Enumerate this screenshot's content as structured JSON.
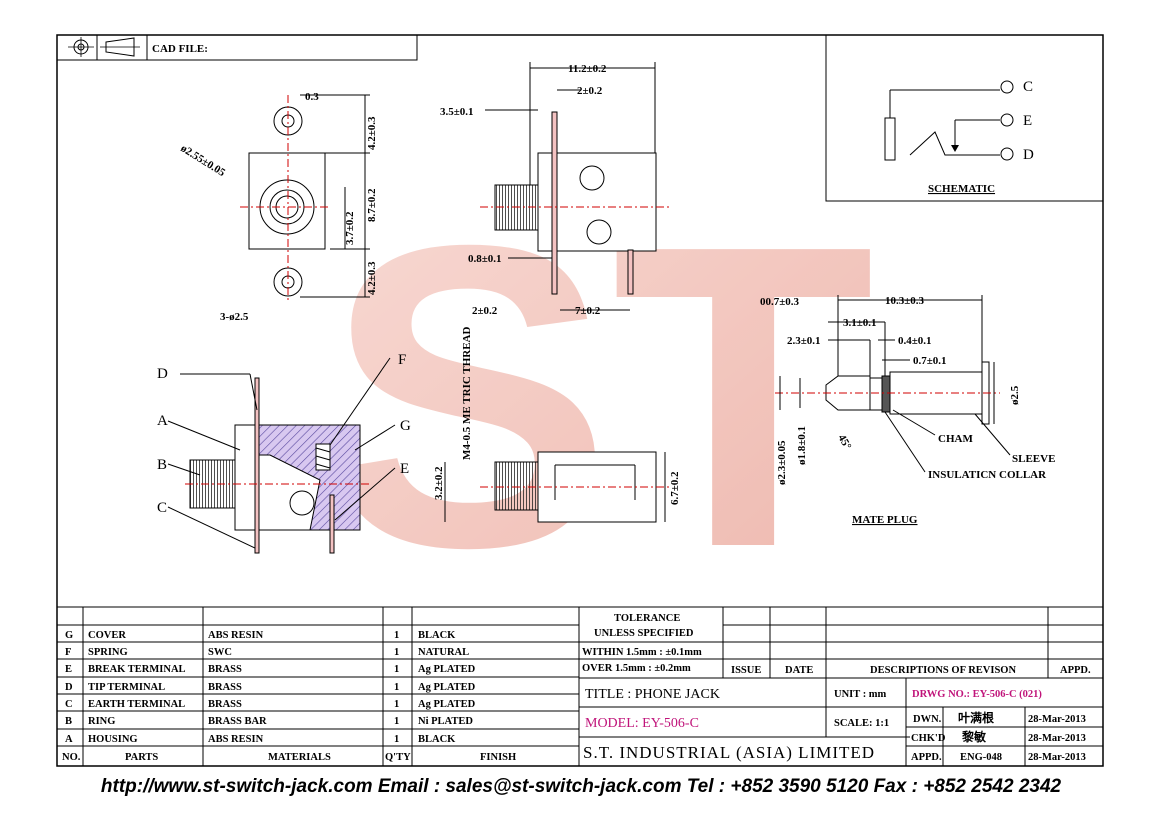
{
  "header": {
    "cad_file_label": "CAD FILE:"
  },
  "watermark": {
    "text": "ST"
  },
  "schematic": {
    "label": "SCHEMATIC",
    "terminals": [
      "C",
      "E",
      "D"
    ]
  },
  "mate_plug": {
    "label": "MATE PLUG"
  },
  "dims": {
    "front_0_3": "0.3",
    "front_4_2_top": "4.2±0.3",
    "front_dia": "ø2.55±0.05",
    "front_8_7": "8.7±0.2",
    "front_3_7": "3.7±0.2",
    "front_4_2_bottom": "4.2±0.3",
    "front_holes": "3-ø2.5",
    "side_11_2": "11.2±0.2",
    "side_2_top": "2±0.2",
    "side_3_5": "3.5±0.1",
    "side_0_8": "0.8±0.1",
    "side_2_bottom": "2±0.2",
    "side_7": "7±0.2",
    "thread": "M4-0.5 ME TRIC THREAD",
    "bottom_3_2": "3.2±0.2",
    "bottom_6_7": "6.7±0.2",
    "plug_00_7": "00.7±0.3",
    "plug_10_3": "10.3±0.3",
    "plug_3_1": "3.1±0.1",
    "plug_2_3": "2.3±0.1",
    "plug_0_4": "0.4±0.1",
    "plug_0_7": "0.7±0.1",
    "plug_dia_2_5": "ø2.5",
    "plug_dia_2_3": "ø2.3±0.05",
    "plug_dia_1_8": "ø1.8±0.1",
    "plug_angle": "45°",
    "plug_cham": "CHAM",
    "plug_sleeve": "SLEEVE",
    "plug_collar": "INSULATICN COLLAR"
  },
  "section_letters": [
    "D",
    "A",
    "B",
    "C",
    "F",
    "G",
    "E"
  ],
  "parts_table": {
    "headers": {
      "no": "NO.",
      "parts": "PARTS",
      "materials": "MATERIALS",
      "qty": "Q'TY",
      "finish": "FINISH"
    },
    "rows": [
      {
        "no": "G",
        "part": "COVER",
        "material": "ABS RESIN",
        "qty": "1",
        "finish": "BLACK"
      },
      {
        "no": "F",
        "part": "SPRING",
        "material": "SWC",
        "qty": "1",
        "finish": "NATURAL"
      },
      {
        "no": "E",
        "part": "BREAK TERMINAL",
        "material": "BRASS",
        "qty": "1",
        "finish": "Ag PLATED"
      },
      {
        "no": "D",
        "part": "TIP TERMINAL",
        "material": "BRASS",
        "qty": "1",
        "finish": "Ag PLATED"
      },
      {
        "no": "C",
        "part": "EARTH TERMINAL",
        "material": "BRASS",
        "qty": "1",
        "finish": "Ag PLATED"
      },
      {
        "no": "B",
        "part": "RING",
        "material": "BRASS BAR",
        "qty": "1",
        "finish": "Ni PLATED"
      },
      {
        "no": "A",
        "part": "HOUSING",
        "material": "ABS RESIN",
        "qty": "1",
        "finish": "BLACK"
      }
    ]
  },
  "tolerance": {
    "title": "TOLERANCE",
    "subtitle": "UNLESS  SPECIFIED",
    "within": "WITHIN  1.5mm : ±0.1mm",
    "over": "OVER   1.5mm : ±0.2mm"
  },
  "revision": {
    "issue": "ISSUE",
    "date": "DATE",
    "descriptions": "DESCRIPTIONS OF REVISON",
    "appd": "APPD."
  },
  "title_block": {
    "title": "TITLE : PHONE JACK",
    "unit": "UNIT :  mm",
    "drwg_no": "DRWG NO.: EY-506-C (021)",
    "model": "MODEL: EY-506-C",
    "scale": "SCALE:  1:1",
    "company": "S.T. INDUSTRIAL (ASIA) LIMITED",
    "dwn_label": "DWN.",
    "dwn_name": "叶满根",
    "dwn_date": "28-Mar-2013",
    "chkd_label": "CHK'D",
    "chkd_name": "黎敏",
    "chkd_date": "28-Mar-2013",
    "appd_label": "APPD.",
    "appd_name": "ENG-048",
    "appd_date": "28-Mar-2013"
  },
  "colors": {
    "accent_red": "#d00000",
    "watermark": "#f2b8ae",
    "magenta": "#c0147a",
    "terminal": "#f4c2c2"
  },
  "footer": {
    "text": "http://www.st-switch-jack.com  Email : sales@st-switch-jack.com  Tel : +852 3590 5120  Fax : +852 2542 2342"
  }
}
